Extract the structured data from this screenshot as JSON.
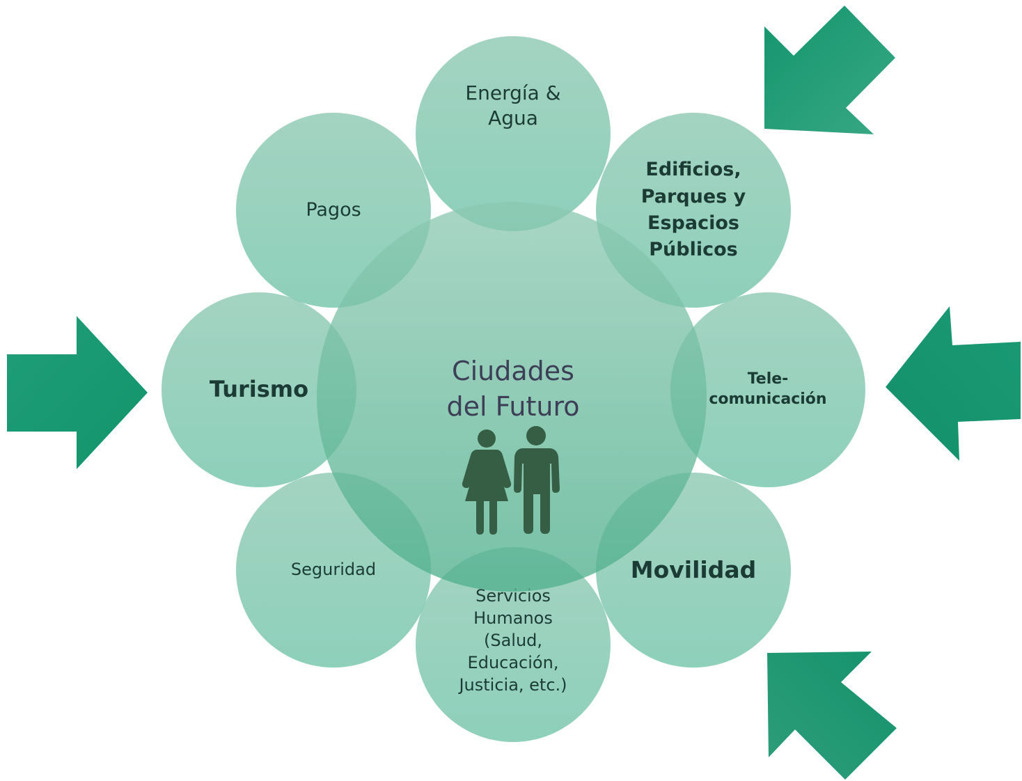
{
  "diagram": {
    "center": {
      "title": "Ciudades\ndel Futuro",
      "icon": "people-icon"
    },
    "nodes": [
      {
        "id": "energia",
        "label": "Energía &\nAgua",
        "bold": false
      },
      {
        "id": "edificios",
        "label": "Edificios,\nParques y\nEspacios\nPúblicos",
        "bold": true
      },
      {
        "id": "telecom",
        "label": "Tele-\ncomunicación",
        "bold": true
      },
      {
        "id": "movilidad",
        "label": "Movilidad",
        "bold": true
      },
      {
        "id": "servicios",
        "label": "Servicios\nHumanos\n(Salud,\nEducación,\nJusticia, etc.)",
        "bold": false
      },
      {
        "id": "seguridad",
        "label": "Seguridad",
        "bold": false
      },
      {
        "id": "turismo",
        "label": "Turismo",
        "bold": true
      },
      {
        "id": "pagos",
        "label": "Pagos",
        "bold": false
      }
    ],
    "arrows": [
      {
        "id": "top-right",
        "direction": "down-left",
        "icon": "arrow-down-left-icon"
      },
      {
        "id": "left",
        "direction": "right",
        "icon": "arrow-right-icon"
      },
      {
        "id": "right",
        "direction": "left",
        "icon": "arrow-left-icon"
      },
      {
        "id": "bottom-right",
        "direction": "up-left",
        "icon": "arrow-up-left-icon"
      }
    ],
    "colors": {
      "circle_fill": "#8ccab4",
      "arrow_fill": "#1a9a74",
      "people": "#355e45",
      "label_text": "#1b3b34",
      "center_text": "#3d3f57"
    }
  }
}
